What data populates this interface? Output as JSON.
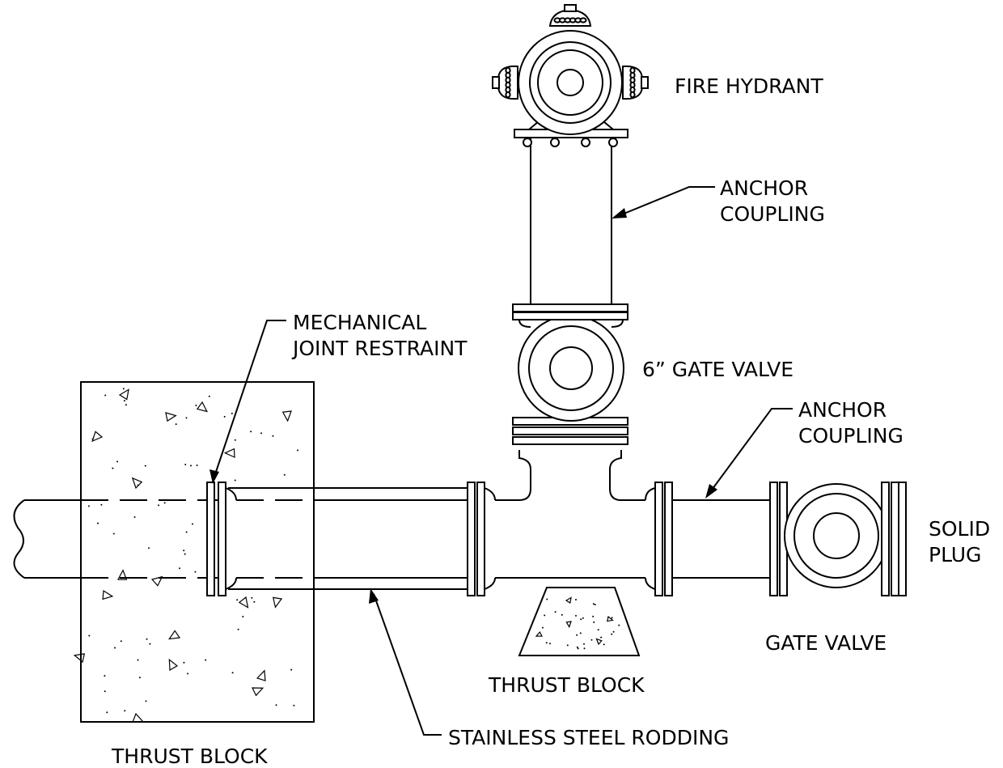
{
  "labels": {
    "fire_hydrant": "FIRE  HYDRANT",
    "anchor_coupling_top_1": "ANCHOR",
    "anchor_coupling_top_2": "COUPLING",
    "mechanical_joint_1": "MECHANICAL",
    "mechanical_joint_2": "JOINT  RESTRAINT",
    "gate_valve_6": "6”  GATE  VALVE",
    "anchor_coupling_right_1": "ANCHOR",
    "anchor_coupling_right_2": "COUPLING",
    "solid_plug_1": "SOLID",
    "solid_plug_2": "PLUG",
    "gate_valve": "GATE  VALVE",
    "thrust_block_small": "THRUST  BLOCK",
    "stainless_rodding": "STAINLESS  STEEL  RODDING",
    "thrust_block_large": "THRUST  BLOCK"
  }
}
